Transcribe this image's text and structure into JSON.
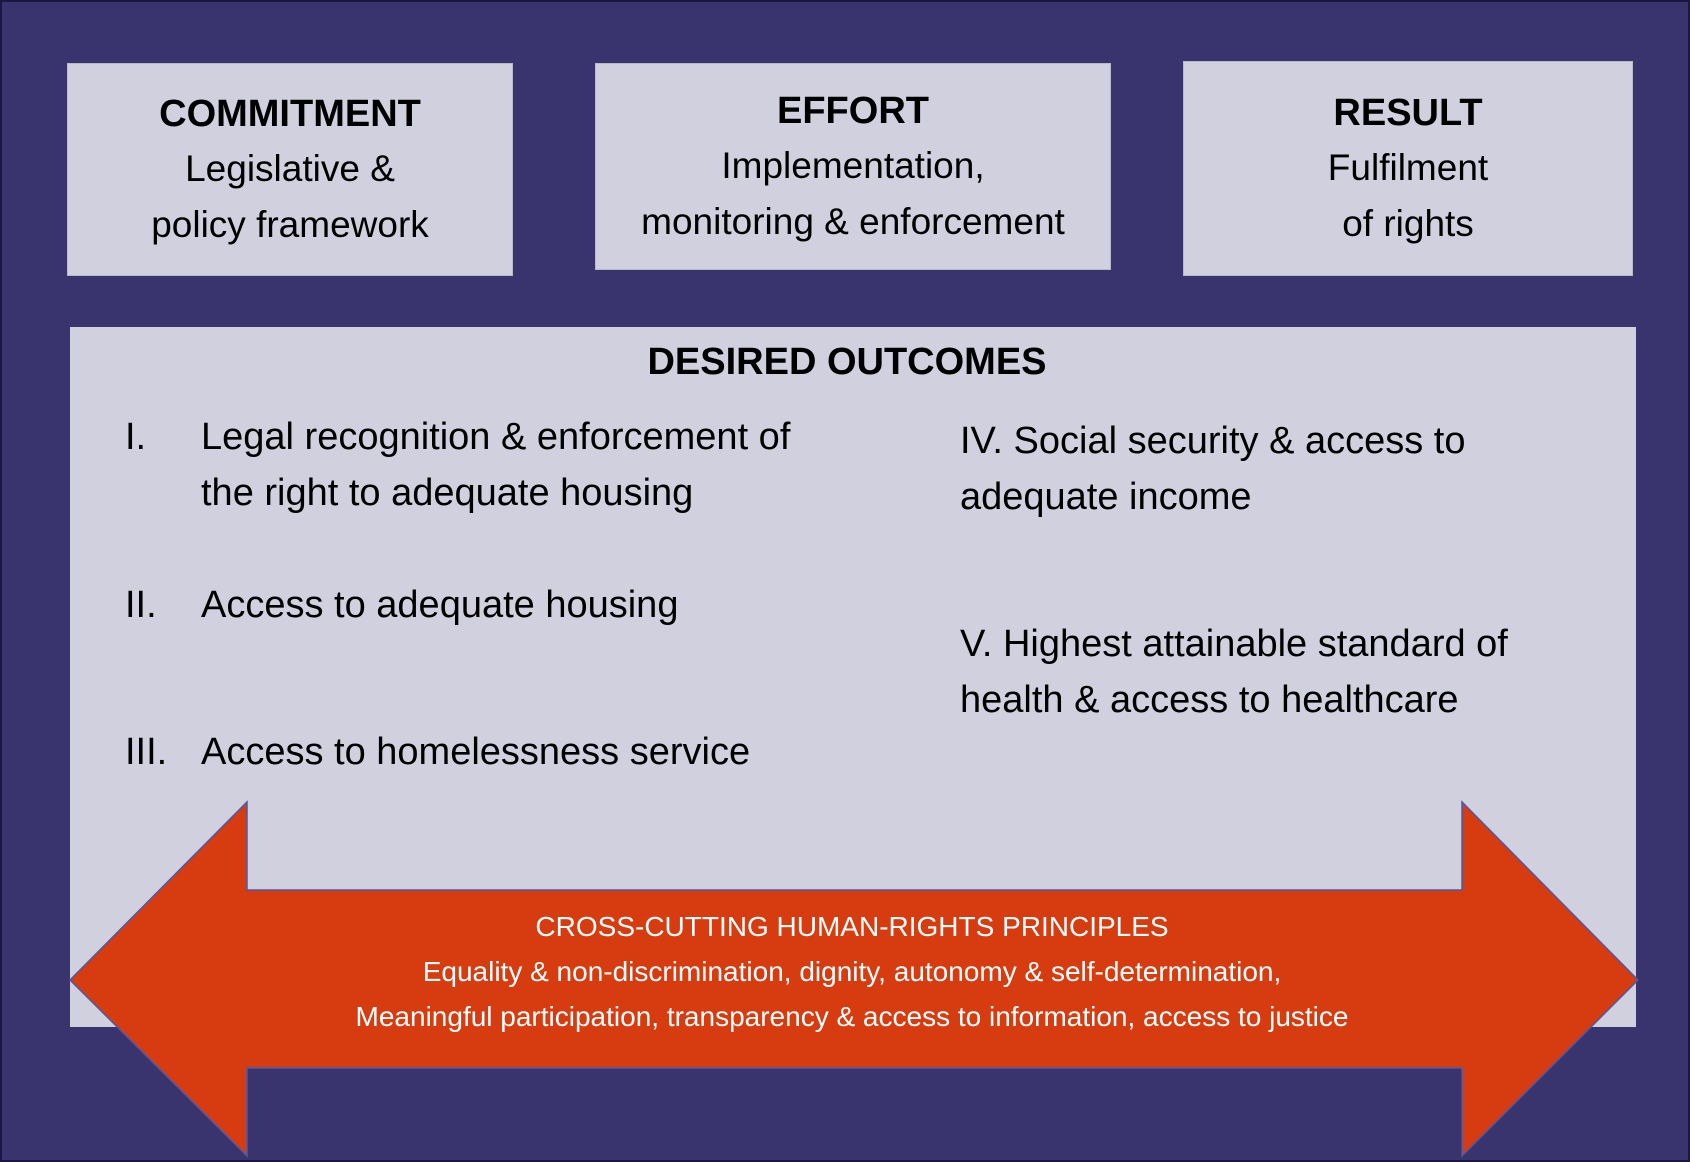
{
  "top_boxes": {
    "commitment": {
      "title": "COMMITMENT",
      "line1": "Legislative &",
      "line2": "policy framework"
    },
    "effort": {
      "title": "EFFORT",
      "line1": "Implementation,",
      "line2": "monitoring & enforcement"
    },
    "result": {
      "title": "RESULT",
      "line1": "Fulfilment",
      "line2": "of rights"
    }
  },
  "outcomes": {
    "title": "DESIRED OUTCOMES",
    "items": [
      {
        "num": "I.",
        "line1": "Legal recognition & enforcement of",
        "line2": "the right to adequate housing"
      },
      {
        "num": "II.",
        "line1": "Access to adequate housing"
      },
      {
        "num": "III.",
        "line1": "Access to homelessness service"
      },
      {
        "num": "",
        "line1": "IV. Social security & access to",
        "line2": "adequate income"
      },
      {
        "num": "",
        "line1": "V. Highest attainable standard of",
        "line2": "health & access to healthcare"
      }
    ]
  },
  "principles": {
    "title": "CROSS-CUTTING HUMAN-RIGHTS PRINCIPLES",
    "line1": "Equality & non-discrimination, dignity, autonomy & self-determination,",
    "line2": "Meaningful participation, transparency & access to information, access to justice"
  },
  "colors": {
    "background": "#39336e",
    "box_fill": "#d0d0de",
    "arrow_fill": "#d63c10",
    "arrow_text": "#ffffff"
  }
}
